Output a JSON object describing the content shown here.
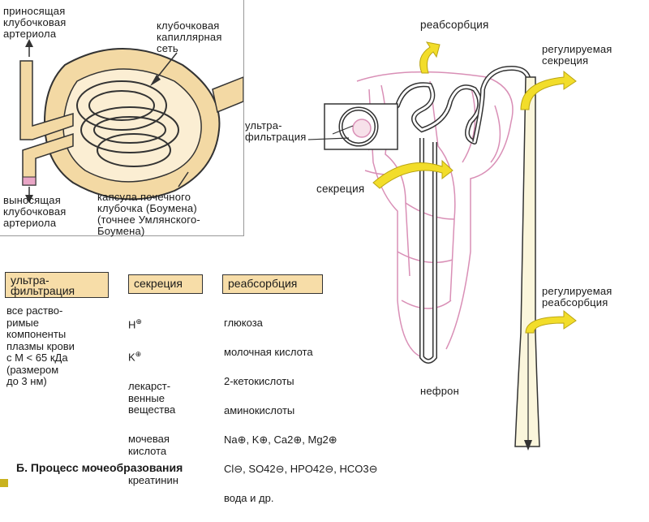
{
  "glomerulus": {
    "afferent": "приносящая\nклубочковая\nартериола",
    "capillary_net": "клубочковая\nкапиллярная\nсеть",
    "efferent": "выносящая\nклубочковая\nартериола",
    "capsule": "капсула почечного\nклубочка (Боумена)\n(точнее  Умлянского-\nБоумена)"
  },
  "nephron": {
    "reabsorption": "реабсорбция",
    "ultrafiltration": "ультра-\nфильтрация",
    "secretion": "секреция",
    "regulated_secretion": "регулируемая\nсекреция",
    "regulated_reabsorption": "регулируемая\nреабсорбция",
    "nephron_label": "нефрон"
  },
  "table": {
    "headers": {
      "ultrafiltration": "ультра-\nфильтрация",
      "secretion": "секреция",
      "reabsorption": "реабсорбция"
    },
    "ultrafiltration_items": "все раство-\nримые\nкомпоненты\nплазмы крови\nс М < 65 кДа\n(размером\nдо 3 нм)",
    "secretion_items": [
      "H",
      "K",
      "лекарст-\nвенные\nвещества",
      "мочевая\nкислота",
      "креатинин"
    ],
    "secretion_charges": [
      "⊕",
      "⊕"
    ],
    "reabsorption_items": [
      "глюкоза",
      "молочная кислота",
      "2-кетокислоты",
      "аминокислоты",
      "Na⊕, K⊕, Ca2⊕, Mg2⊕",
      "Cl⊖, SO42⊖, HPO42⊖, HCO3⊖",
      "вода и др."
    ]
  },
  "caption": "Б. Процесс мочеобразования",
  "colors": {
    "capsule": "#f3d9a4",
    "label_bg": "#f7dda8",
    "vessels": "#d98fb6",
    "arrow": "#f2dd2a"
  }
}
